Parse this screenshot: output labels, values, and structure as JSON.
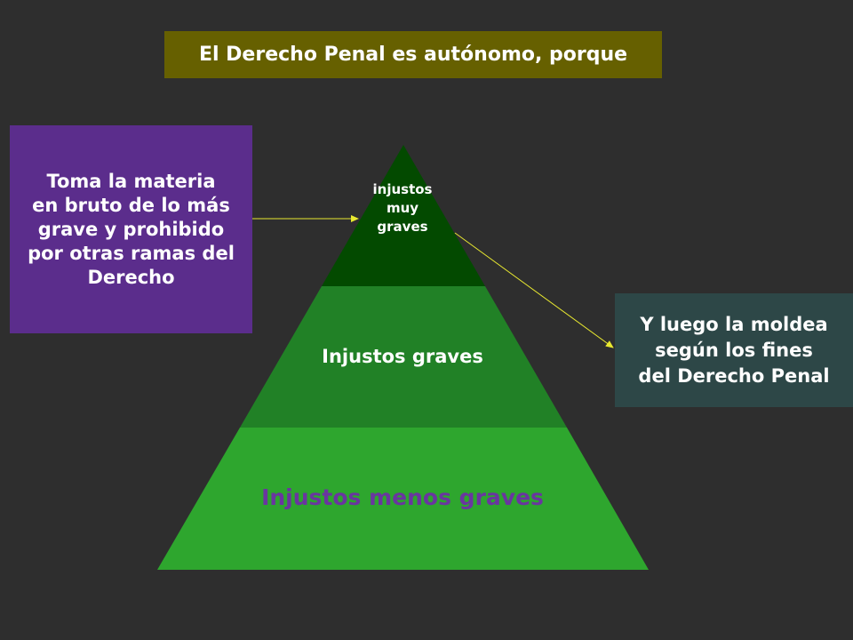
{
  "colors": {
    "background": "#2e2e2e",
    "title_bg": "#666000",
    "title_text": "#ffffff",
    "left_box_bg": "#5b2d8c",
    "left_box_text": "#ffffff",
    "right_box_bg": "#2d4747",
    "right_box_text": "#ffffff",
    "tier_top": "#034a00",
    "tier_middle": "#218126",
    "tier_bottom": "#2ea62e",
    "tier_top_text": "#ffffff",
    "tier_middle_text": "#ffffff",
    "tier_bottom_text": "#6a35a0",
    "arrow": "#e8e830"
  },
  "title": "El Derecho Penal es autónomo, porque",
  "left_box": {
    "text": "Toma la materia\nen bruto de lo más\ngrave y prohibido \npor otras ramas del\nDerecho"
  },
  "right_box": {
    "text": "Y luego la moldea\nsegún los fines\ndel Derecho Penal"
  },
  "pyramid": {
    "top": "injustos\nmuy\ngraves",
    "middle": "Injustos graves",
    "bottom": "Injustos menos graves"
  }
}
